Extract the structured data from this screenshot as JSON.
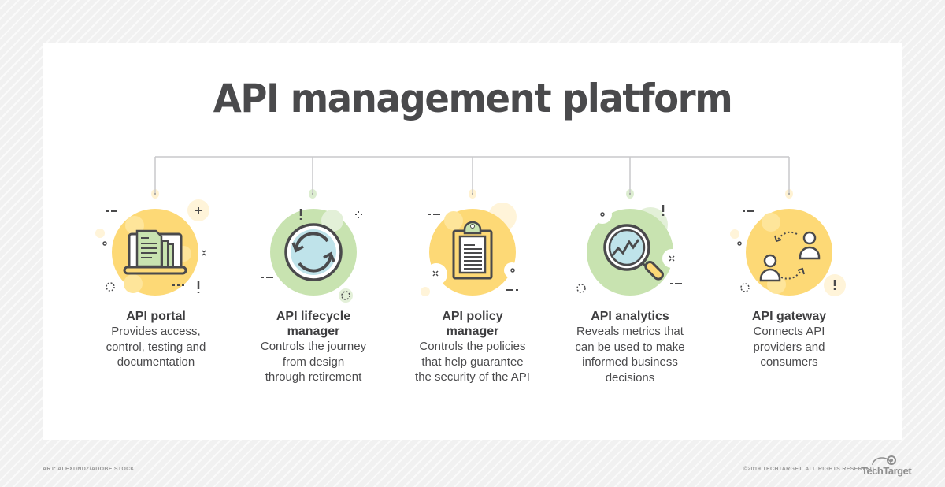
{
  "title": "API management platform",
  "colors": {
    "yellow": "#fdd976",
    "green": "#c8e3b0",
    "lightblue": "#bfe3ea",
    "dark": "#4a4a4c",
    "line": "#c9c9cb"
  },
  "items": [
    {
      "name": "API portal",
      "name_lines": [
        "API portal"
      ],
      "desc_lines": [
        "Provides access,",
        "control, testing and",
        "documentation"
      ],
      "icon": "laptop-documents-icon"
    },
    {
      "name": "API lifecycle manager",
      "name_lines": [
        "API lifecycle",
        "manager"
      ],
      "desc_lines": [
        "Controls the journey",
        "from design",
        "through retirement"
      ],
      "icon": "refresh-cycle-icon"
    },
    {
      "name": "API policy manager",
      "name_lines": [
        "API policy",
        "manager"
      ],
      "desc_lines": [
        "Controls the policies",
        "that help guarantee",
        "the security of the API"
      ],
      "icon": "clipboard-icon"
    },
    {
      "name": "API analytics",
      "name_lines": [
        "API analytics"
      ],
      "desc_lines": [
        "Reveals metrics that",
        "can be used to make",
        "informed business",
        "decisions"
      ],
      "icon": "magnifier-chart-icon"
    },
    {
      "name": "API gateway",
      "name_lines": [
        "API gateway"
      ],
      "desc_lines": [
        "Connects API",
        "providers and",
        "consumers"
      ],
      "icon": "users-exchange-icon"
    }
  ],
  "footer": {
    "credit": "ART: ALEXDNDZ/ADOBE STOCK",
    "copyright": "©2019 TECHTARGET. ALL RIGHTS RESERVED",
    "brand": "TechTarget"
  }
}
